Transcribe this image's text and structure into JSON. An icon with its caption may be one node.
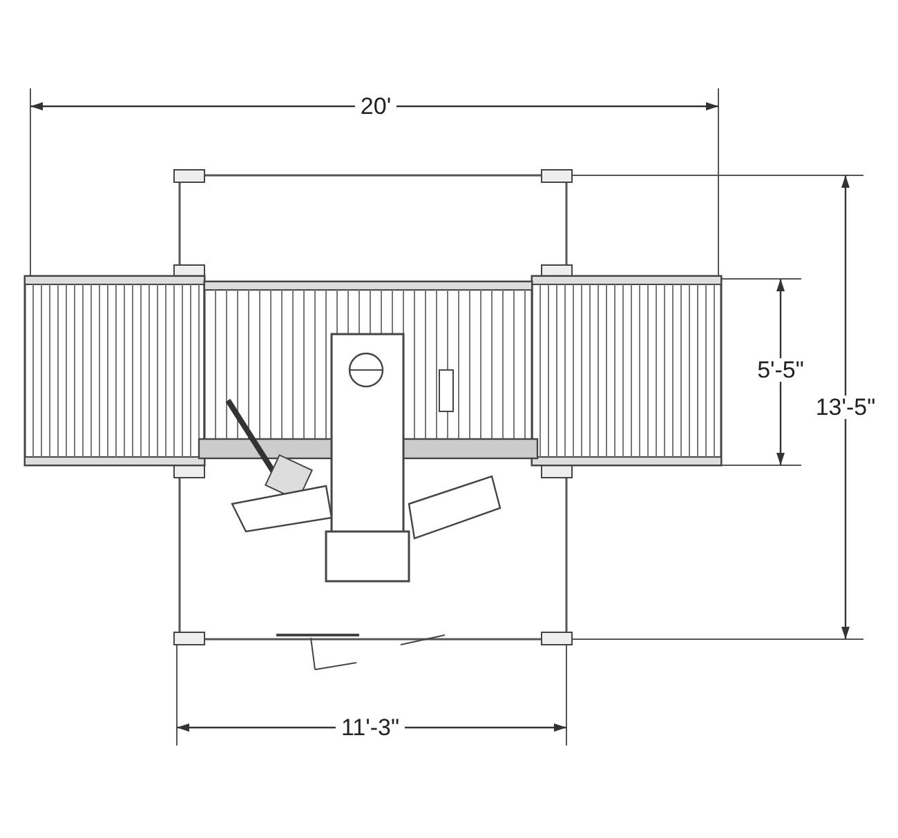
{
  "diagram": {
    "labels": [
      "20'",
      "5'-5\"",
      "13'-5\"",
      "11'-3\""
    ]
  }
}
